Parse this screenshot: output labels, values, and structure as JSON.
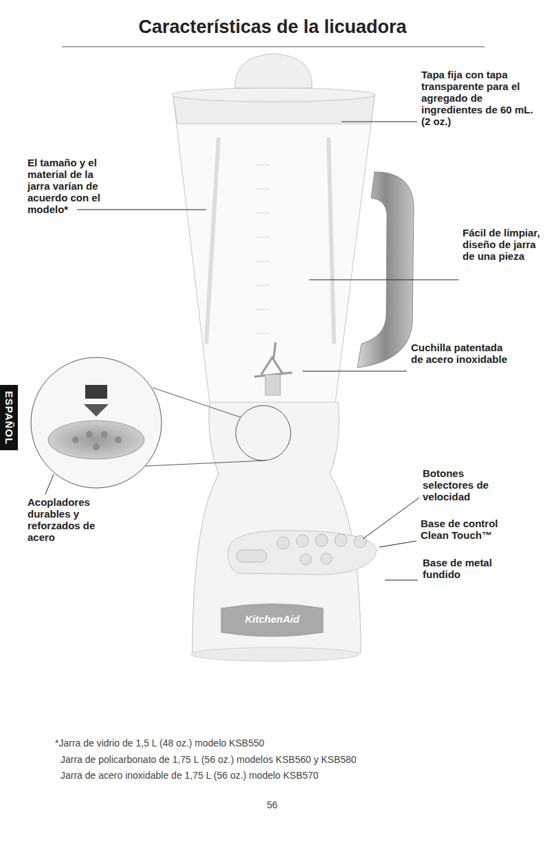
{
  "diagram": {
    "title": "Características de la licuadora",
    "nodes": [
      {
        "text": [
          "ESPAÑOL"
        ]
      }
    ],
    "labels": [
      "Tapa fija con tapa transparente para el agregado de ingredientes de 60 mL. (2 oz.)",
      "El tamaño y el material de la jarra varían de acuerdo con el modelo*",
      "Fácil de limpiar, diseño de jarra de una pieza",
      "Cuchilla patentada de acero inoxidable",
      "Acopladores durables y reforzados de acero",
      "Botones selectores de velocidad",
      "Base de control Clean Touch™",
      "Base de metal fundido",
      "KitchenAid",
      "*Jarra de vidrio de 1,5 L (48 oz.) modelo KSB550",
      "Jarra de policarbonato de 1,75 L (56 oz.) modelos KSB560 y KSB580",
      "Jarra de acero inoxidable de 1,75 L (56 oz.) modelo KSB570",
      "56"
    ]
  }
}
